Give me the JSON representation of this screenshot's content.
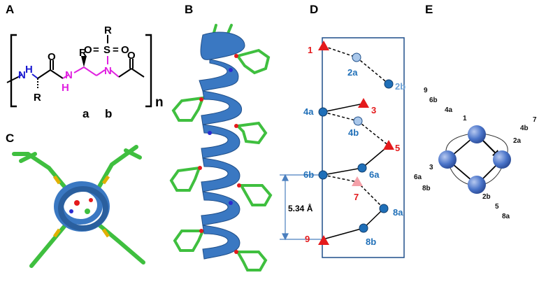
{
  "panels": {
    "a": "A",
    "b": "B",
    "c": "C",
    "d": "D",
    "e": "E"
  },
  "panel_a": {
    "n_subscript": "n",
    "nh_left": "N",
    "nh_left_h": "H",
    "o_left": "O",
    "r_left": "R",
    "r_mid": "R",
    "nh_mid": "N",
    "nh_mid_h": "H",
    "sulfonyl_r": "R",
    "sulfonyl_o1": "O",
    "sulfonyl_s": "S",
    "sulfonyl_o2": "O",
    "sulfonyl_eq1": "=",
    "sulfonyl_eq2": "=",
    "n_sulfonyl": "N",
    "o_right": "O",
    "label_a": "a",
    "label_b": "b"
  },
  "panel_d": {
    "distance_label": "5.34 Å",
    "labels": {
      "p1": "1",
      "p2a": "2a",
      "p2b": "2b",
      "p3": "3",
      "p4a": "4a",
      "p4b": "4b",
      "p5": "5",
      "p6a": "6a",
      "p6b": "6b",
      "p7": "7",
      "p8a": "8a",
      "p8b": "8b",
      "p9": "9"
    }
  },
  "panel_e": {
    "labels": {
      "n9": "9",
      "n6b": "6b",
      "n4a": "4a",
      "n1": "1",
      "n7": "7",
      "n4b": "4b",
      "n2a": "2a",
      "n3": "3",
      "n6a": "6a",
      "n8b": "8b",
      "n2b": "2b",
      "n5": "5",
      "n8a": "8a"
    }
  },
  "colors": {
    "red": "#e41a1c",
    "blue_dark": "#1f5fa0",
    "blue_light": "#a9c7ea",
    "magenta": "#e020e0",
    "struct_blue": "#1a1ad0",
    "helix": "#3a78c2",
    "stick_green": "#3fbf3f",
    "e_sphere": "#4a74c9"
  }
}
